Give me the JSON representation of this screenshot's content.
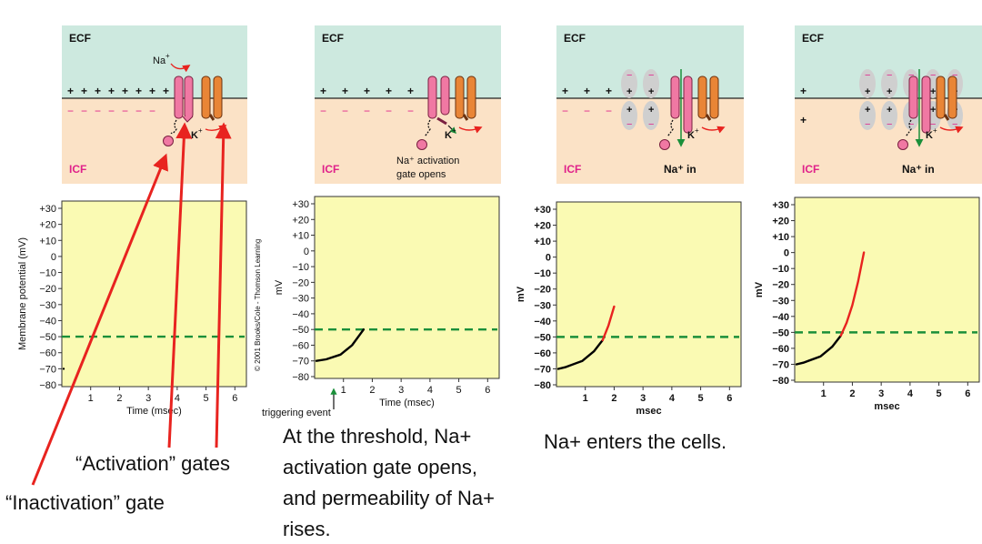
{
  "labels": {
    "ecf": "ECF",
    "icf": "ICF",
    "na": "Na",
    "k": "K",
    "plus_sup": "+",
    "na_in": "Na⁺ in",
    "activation_gate_line1": "Na⁺ activation",
    "activation_gate_line2": "gate opens",
    "triggering_event": "triggering event",
    "copyright": "© 2001 Brooks/Cole - Thomson Learning"
  },
  "panels": [
    {
      "id": "resting",
      "xlabel": "Time (msec)",
      "ylabel": "Membrane potential (mV)"
    },
    {
      "id": "threshold",
      "xlabel": "Time (msec)",
      "ylabel": "mV"
    },
    {
      "id": "na-enters",
      "xlabel": "msec",
      "ylabel": "mV"
    },
    {
      "id": "depolarize",
      "xlabel": "msec",
      "ylabel": "mV"
    }
  ],
  "y_ticks": [
    "+30",
    "+20",
    "+10",
    "0",
    "−10",
    "−20",
    "−30",
    "−40",
    "−50",
    "−60",
    "−70",
    "−80"
  ],
  "x_ticks": [
    "1",
    "2",
    "3",
    "4",
    "5",
    "6"
  ],
  "annotations": {
    "inactivation_gate": "“Inactivation” gate",
    "activation_gates": "“Activation” gates",
    "threshold_caption": [
      "At the threshold, Na+",
      "activation gate opens,",
      "and permeability of Na+",
      "rises."
    ],
    "enters_caption": "Na+ enters the cells."
  },
  "chart_data": [
    {
      "type": "line",
      "title": "",
      "xlabel": "Time (msec)",
      "ylabel": "Membrane potential (mV)",
      "xlim": [
        0,
        6.4
      ],
      "ylim": [
        -80,
        30
      ],
      "threshold_mV": -50,
      "series": [
        {
          "color": "#000000",
          "x": [
            -1,
            0
          ],
          "y": [
            -70,
            -70
          ]
        }
      ]
    },
    {
      "type": "line",
      "title": "",
      "xlabel": "Time (msec)",
      "ylabel": "mV",
      "xlim": [
        0,
        6.4
      ],
      "ylim": [
        -80,
        30
      ],
      "threshold_mV": -50,
      "series": [
        {
          "color": "#000000",
          "x": [
            -0.4,
            0.4,
            0.9,
            1.3,
            1.7
          ],
          "y": [
            -70,
            -69,
            -66,
            -60,
            -50
          ]
        }
      ]
    },
    {
      "type": "line",
      "title": "",
      "xlabel": "msec",
      "ylabel": "mV",
      "xlim": [
        0,
        6.4
      ],
      "ylim": [
        -80,
        30
      ],
      "threshold_mV": -50,
      "series": [
        {
          "color": "#000000",
          "x": [
            -0.5,
            0.3,
            0.9,
            1.3,
            1.6
          ],
          "y": [
            -70,
            -69,
            -65,
            -59,
            -52
          ]
        },
        {
          "color": "#e8231f",
          "x": [
            1.6,
            1.8,
            2.0
          ],
          "y": [
            -52,
            -43,
            -31
          ]
        }
      ]
    },
    {
      "type": "line",
      "title": "",
      "xlabel": "msec",
      "ylabel": "mV",
      "xlim": [
        0,
        6.4
      ],
      "ylim": [
        -80,
        30
      ],
      "threshold_mV": -50,
      "series": [
        {
          "color": "#000000",
          "x": [
            -0.5,
            0.3,
            0.9,
            1.3,
            1.6
          ],
          "y": [
            -70,
            -69,
            -65,
            -59,
            -52
          ]
        },
        {
          "color": "#e8231f",
          "x": [
            1.6,
            1.8,
            2.0,
            2.2,
            2.4
          ],
          "y": [
            -52,
            -44,
            -33,
            -18,
            0
          ]
        }
      ]
    }
  ],
  "colors": {
    "ecf": "#cde9df",
    "icf": "#fbe2c6",
    "chart_bg": "#fafab3",
    "na_channel": "#f078a3",
    "k_channel": "#e98536",
    "threshold": "#1a8f3a",
    "arrow_red": "#e8231f",
    "ion_cloud": "#cfcfcf"
  }
}
